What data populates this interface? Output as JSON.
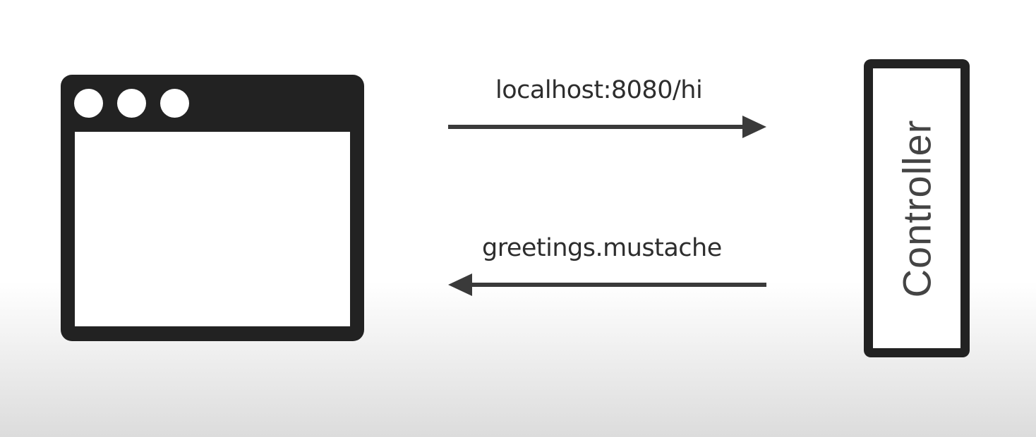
{
  "client": {
    "icon": "browser-window-icon"
  },
  "request": {
    "label": "localhost:8080/hi"
  },
  "response": {
    "label": "greetings.mustache"
  },
  "server": {
    "label": "Controller"
  },
  "colors": {
    "stroke": "#222222",
    "text": "#2d2d2d",
    "controller_text": "#444444",
    "background_top": "#ffffff",
    "background_bottom": "#dcdcdc"
  }
}
